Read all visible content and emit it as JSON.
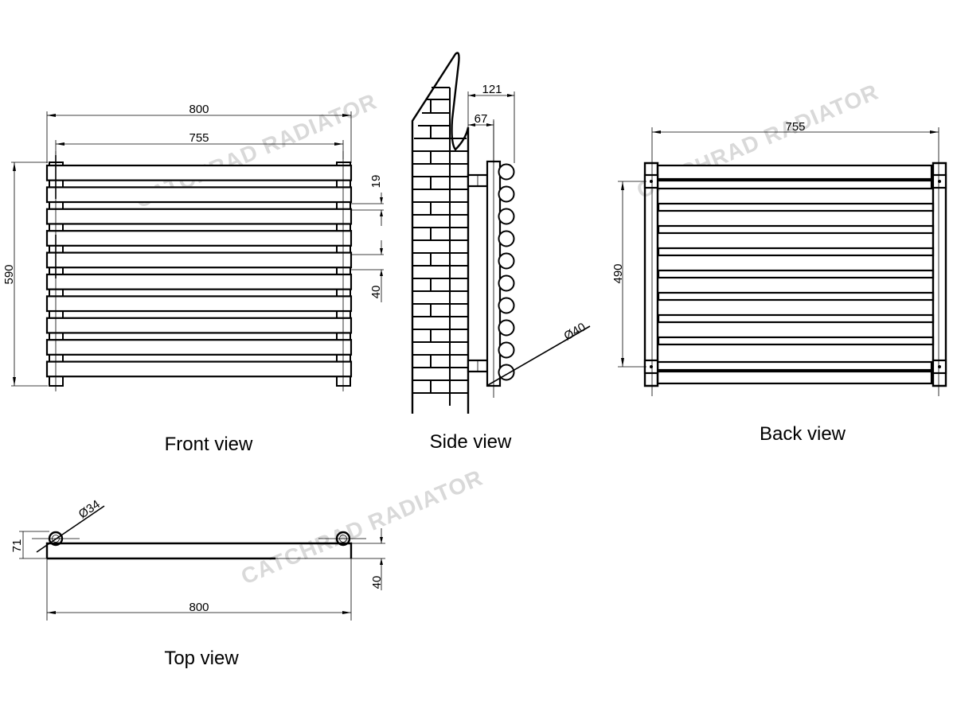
{
  "watermark": "CATCHRAD RADIATOR",
  "views": {
    "front": {
      "label": "Front view",
      "dims": {
        "overall_width": "800",
        "pipe_centers": "755",
        "height": "590",
        "gap": "19",
        "bar_height": "40"
      },
      "bar_count": 10
    },
    "side": {
      "label": "Side view",
      "dims": {
        "depth_total": "121",
        "wall_to_header": "67",
        "tube_diameter": "Ø40"
      },
      "tube_count": 10
    },
    "back": {
      "label": "Back view",
      "dims": {
        "pipe_centers": "755",
        "bracket_centers": "490"
      }
    },
    "top": {
      "label": "Top view",
      "dims": {
        "pipe_diameter": "Ø34",
        "depth": "71",
        "bar_depth": "40",
        "overall_width": "800"
      }
    }
  }
}
